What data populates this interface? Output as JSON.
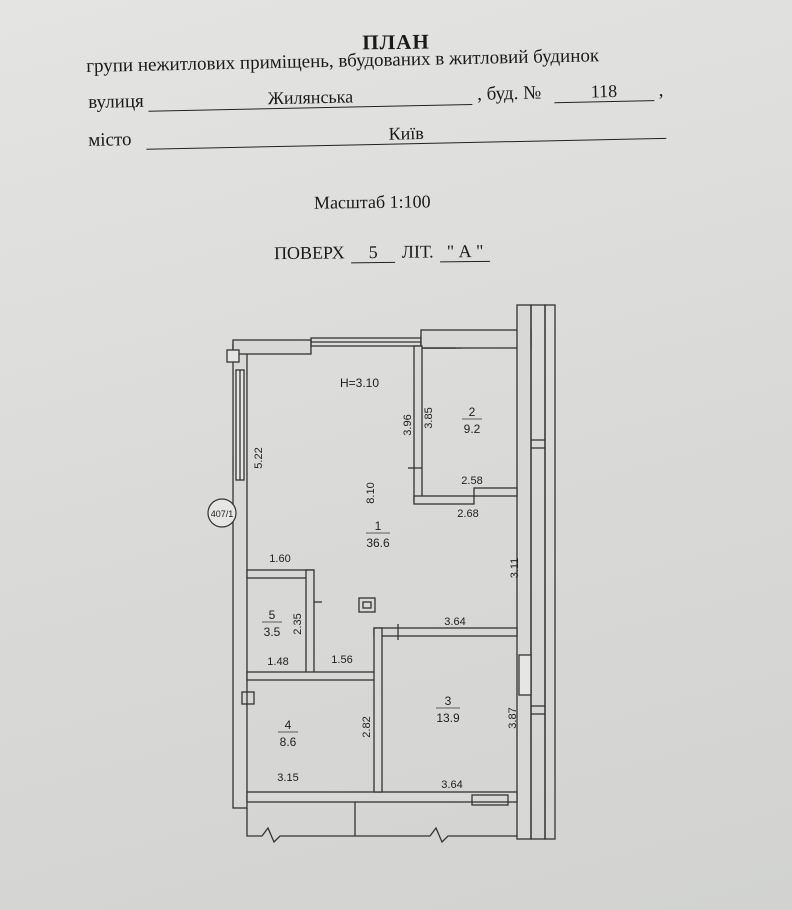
{
  "header": {
    "title": "ПЛАН",
    "subtitle": "групи нежитлових приміщень, вбудованих в житловий будинок",
    "street_label": "вулиця",
    "street_value": "Жилянська",
    "building_label": ", буд. №",
    "building_value": "118",
    "trailing_comma": ",",
    "city_label": "місто",
    "city_value": "Київ",
    "scale": "Масштаб 1:100",
    "floor_label": "ПОВЕРХ",
    "floor_value": "5",
    "lit_label": "ЛІТ.",
    "lit_value": "\" А \""
  },
  "plan": {
    "height_note": "Н=3.10",
    "reference_mark": "407/1",
    "rooms": [
      {
        "number": "1",
        "area": "36.6"
      },
      {
        "number": "2",
        "area": "9.2"
      },
      {
        "number": "3",
        "area": "13.9"
      },
      {
        "number": "4",
        "area": "8.6"
      },
      {
        "number": "5",
        "area": "3.5"
      }
    ],
    "dimensions": {
      "d522": "5.22",
      "d810": "8.10",
      "d396": "3.96",
      "d385": "3.85",
      "d258": "2.58",
      "d268": "2.68",
      "d160": "1.60",
      "d311": "3.11",
      "d235": "2.35",
      "d364a": "3.64",
      "d148": "1.48",
      "d156": "1.56",
      "d282": "2.82",
      "d387": "3.87",
      "d315": "3.15",
      "d364b": "3.64"
    }
  }
}
